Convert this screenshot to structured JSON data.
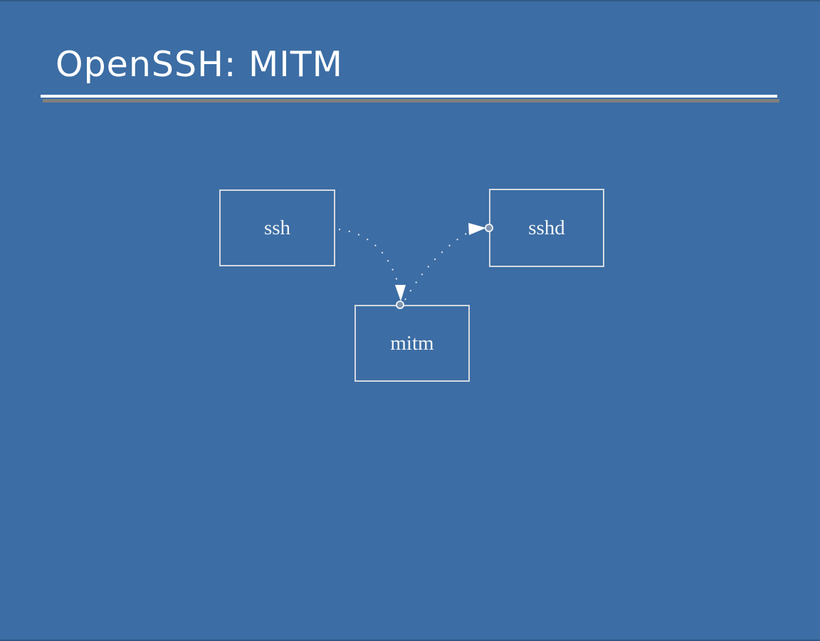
{
  "slide": {
    "title": "OpenSSH: MITM",
    "colors": {
      "background": "#3c6da4",
      "title_text": "#ffffff",
      "underline": "#ffffff",
      "underline_shadow": "#7f7f7f"
    }
  },
  "diagram": {
    "colors": {
      "box_border": "#d4dae2",
      "box_label": "#f2f4f6",
      "connector": "#ffffff",
      "port_fill": "#7e93af"
    },
    "nodes": [
      {
        "id": "ssh",
        "label": "ssh"
      },
      {
        "id": "sshd",
        "label": "sshd"
      },
      {
        "id": "mitm",
        "label": "mitm"
      }
    ],
    "edges": [
      {
        "from": "ssh",
        "to": "mitm",
        "style": "dotted-arrow"
      },
      {
        "from": "mitm",
        "to": "sshd",
        "style": "dotted-arrow"
      }
    ]
  }
}
